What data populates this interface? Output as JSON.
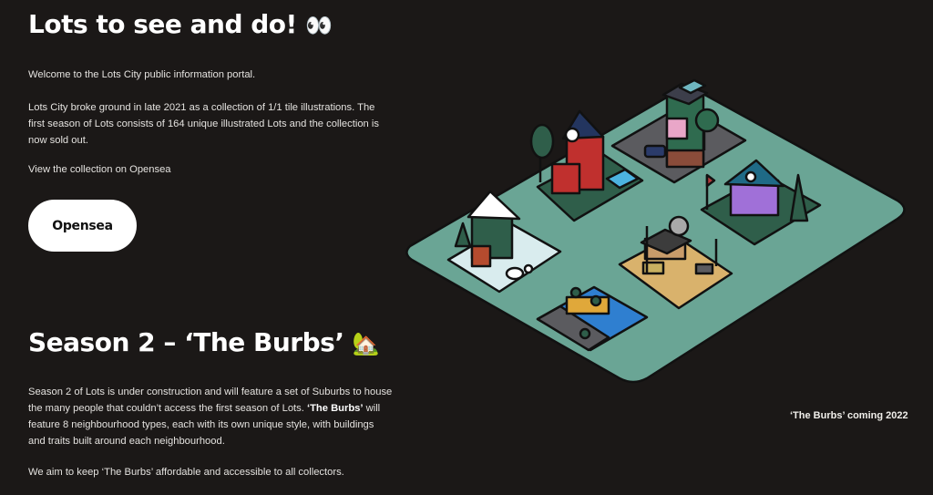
{
  "section1": {
    "heading": "Lots to see and do!",
    "heading_emoji": "👀",
    "paragraphs": [
      "Welcome to the Lots City public information portal.",
      "Lots City broke ground in late 2021 as a collection of 1/1 tile illustrations. The first season of Lots consists of 164 unique illustrated Lots and the collection is now sold out.",
      "View the collection on Opensea"
    ],
    "button_label": "Opensea"
  },
  "section2": {
    "heading": "Season 2 – ‘The Burbs’",
    "heading_emoji": "🏡",
    "paragraph1_pre": "Season 2 of Lots is under construction and will feature a set of Suburbs to house the many people that couldn’t access the first season of Lots. ",
    "paragraph1_bold": "‘The Burbs’",
    "paragraph1_post": " will feature 8 neighbourhood types, each with its own unique style, with buildings and traits built around each neighbourhood.",
    "paragraph2": "We aim to keep ‘The Burbs’ affordable and accessible to all collectors."
  },
  "illustration": {
    "caption": "‘The Burbs’ coming 2022",
    "colors": {
      "ground": "#6aa595",
      "outline": "#111111",
      "snow": "#d9ecee",
      "garden": "#2f5e4a",
      "asphalt": "#5b5b5f",
      "sand": "#d9b26c",
      "water": "#2f7fd0",
      "background": "#1b1817"
    },
    "lots": [
      "snow-cabin",
      "red-modern-house",
      "corner-shop-building",
      "purple-cottage",
      "desert-outpost",
      "waterfront-houseboat"
    ]
  }
}
